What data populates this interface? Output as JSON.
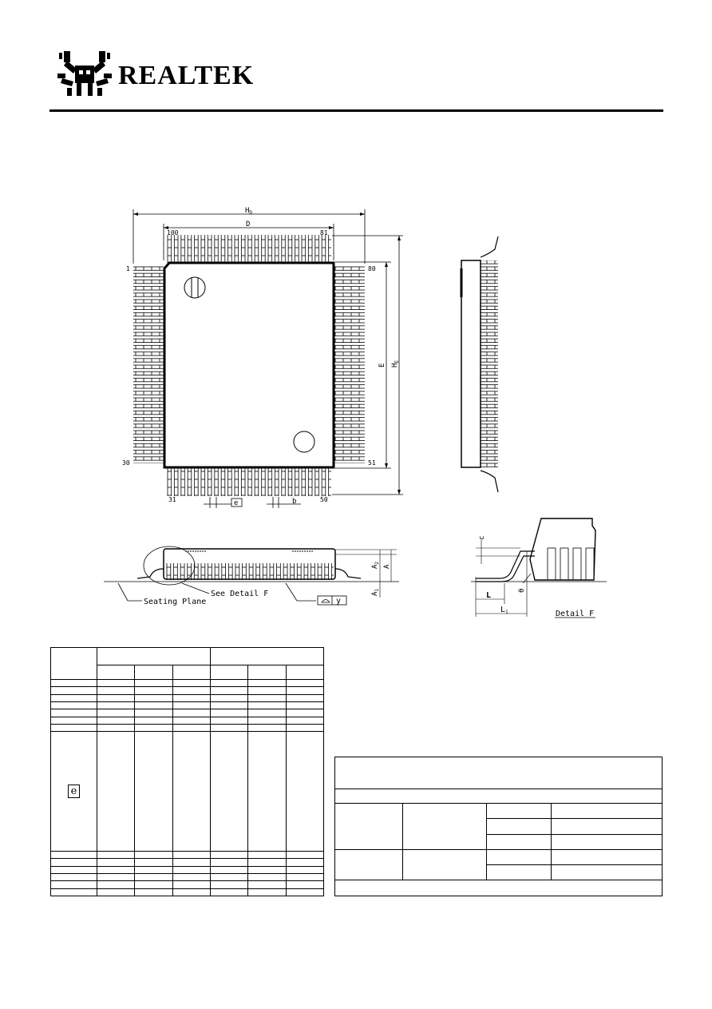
{
  "header": {
    "brand": "REALTEK",
    "logo_icon": "realtek-crab-logo-icon"
  },
  "drawing": {
    "top_view": {
      "dim_hd": "H",
      "dim_hd_sub": "D",
      "dim_d": "D",
      "dim_e": "E",
      "dim_he": "H",
      "dim_he_sub": "E",
      "pin_100": "100",
      "pin_81": "81",
      "pin_80": "80",
      "pin_1": "1",
      "pin_30": "30",
      "pin_51": "51",
      "pin_31": "31",
      "pin_50": "50",
      "label_e": "e",
      "label_b": "b"
    },
    "side_view": {
      "dim_a2": "A",
      "dim_a2_sub": "2",
      "dim_a": "A",
      "dim_a1": "A",
      "dim_a1_sub": "1",
      "seating_plane": "Seating Plane",
      "see_detail": "See Detail F",
      "flatness": "y"
    },
    "detail": {
      "dim_c": "c",
      "dim_theta": "θ",
      "dim_l": "L",
      "dim_l1": "L",
      "dim_l1_sub": "1",
      "title": "Detail F"
    }
  },
  "table_left": {
    "row_symbol_e": "e"
  }
}
